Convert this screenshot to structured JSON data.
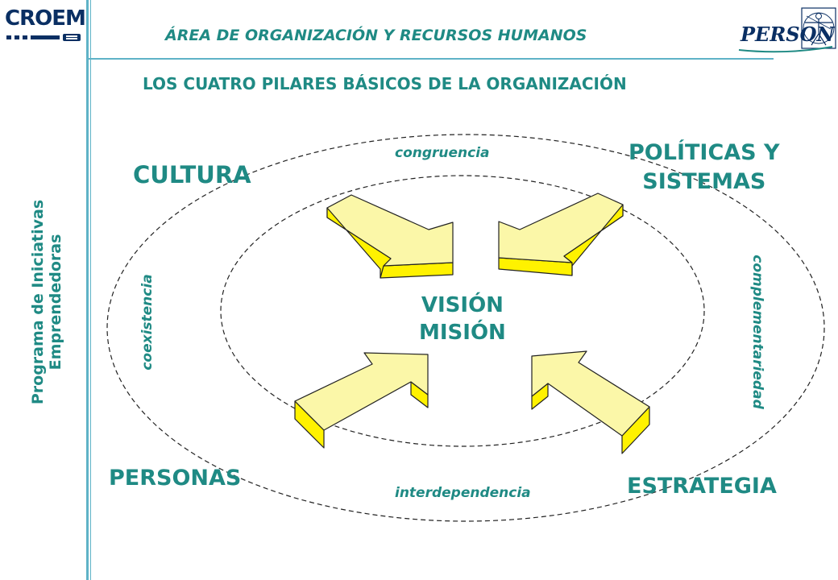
{
  "header": {
    "logo_left": "CROEM",
    "title": "ÁREA DE ORGANIZACIÓN Y RECURSOS HUMANOS",
    "logo_right": "PERSON"
  },
  "sidebar": {
    "line1": "Programa de Iniciativas",
    "line2": "Emprendedoras"
  },
  "diagram": {
    "title": "LOS CUATRO PILARES BÁSICOS DE LA ORGANIZACIÓN",
    "center": {
      "line1": "VISIÓN",
      "line2": "MISIÓN"
    },
    "pillars": {
      "cultura": "CULTURA",
      "politicas_line1": "POLÍTICAS Y",
      "politicas_line2": "SISTEMAS",
      "personas": "PERSONAS",
      "estrategia": "ESTRATEGIA"
    },
    "relations": {
      "top": "congruencia",
      "right": "complementariedad",
      "bottom": "interdependencia",
      "left": "coexistencia"
    },
    "colors": {
      "teal": "#1f8a84",
      "navy": "#0a2f63",
      "arrow_top": "#fbf7a8",
      "arrow_side": "#fff200",
      "rule": "#5fb3c7"
    }
  }
}
